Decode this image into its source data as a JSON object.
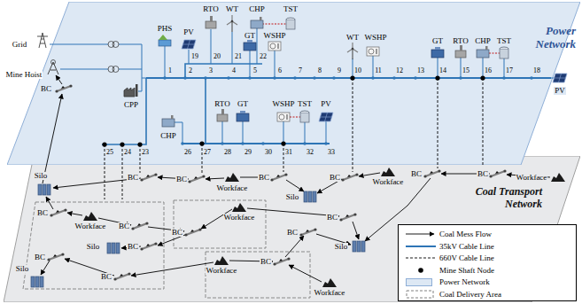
{
  "diagram": {
    "nodes": [
      {
        "text": [
          "Power Network"
        ]
      },
      {
        "text": [
          "Coal Transport Network"
        ]
      }
    ],
    "labels": [
      "Grid",
      "Mine Hoist",
      "BC",
      "PHS",
      "CPP",
      "PV",
      "RTO",
      "WT",
      "CHP",
      "TST",
      "GT",
      "WSHP",
      "WT",
      "WSHP",
      "GT",
      "RTO",
      "CHP",
      "TST",
      "PV",
      "1",
      "2",
      "3",
      "4",
      "5",
      "6",
      "7",
      "8",
      "9",
      "10",
      "11",
      "12",
      "13",
      "14",
      "15",
      "16",
      "17",
      "18",
      "19",
      "20",
      "21",
      "22",
      "25",
      "24",
      "23",
      "CHP",
      "26",
      "27",
      "28",
      "29",
      "30",
      "31",
      "32",
      "33",
      "RTO",
      "GT",
      "WSHP",
      "TST",
      "PV",
      "BC",
      "Silo",
      "BC",
      "Workface",
      "BC",
      "Silo",
      "BC",
      "Workface",
      "BC",
      "BC",
      "Workface",
      "BC",
      "Workface",
      "BC",
      "Silo",
      "BC",
      "BC",
      "Workface",
      "BC",
      "Silo",
      "Workface",
      "BC",
      "Workface",
      "BC",
      "Silo",
      "BC",
      "BC"
    ],
    "legend": [
      {
        "text": "Coal Mess Flow"
      },
      {
        "text": "35kV Cable Line"
      },
      {
        "text": "660V Cable Line"
      },
      {
        "text": "Mine Shaft Node"
      },
      {
        "text": "Power Network",
        "color": "#dde8f4"
      },
      {
        "text": "Coal Delivery Area"
      }
    ]
  }
}
